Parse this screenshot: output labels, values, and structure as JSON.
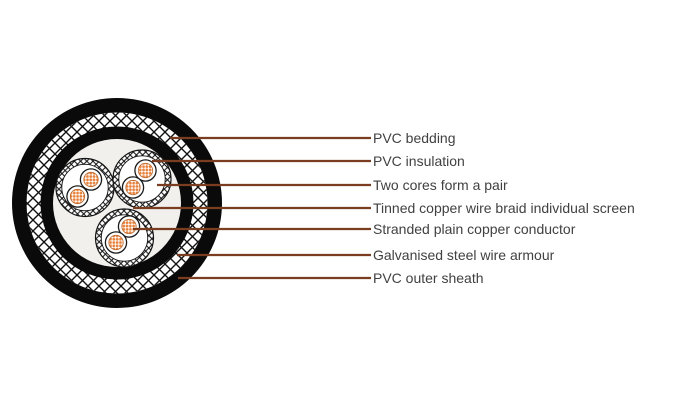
{
  "diagram": {
    "title": "Cable cross-section construction diagram",
    "labels": [
      {
        "text": "PVC bedding"
      },
      {
        "text": "PVC insulation"
      },
      {
        "text": "Two cores form a pair"
      },
      {
        "text": "Tinned copper wire braid individual screen"
      },
      {
        "text": "Stranded plain copper conductor"
      },
      {
        "text": "Galvanised steel wire armour"
      },
      {
        "text": "PVC outer sheath"
      }
    ],
    "structure": {
      "pairs_count": "3",
      "cores_per_pair": "2"
    },
    "colors": {
      "sheath_black": "#0a0a0a",
      "braid_line_black": "#111111",
      "conductor_orange": "#e8833e",
      "conductor_outline": "#c06a2c",
      "leader_line_brown": "#7b3d1f",
      "label_text_gray": "#414141",
      "interior_gray": "#f1f0ec",
      "background": "#ffffff"
    }
  }
}
